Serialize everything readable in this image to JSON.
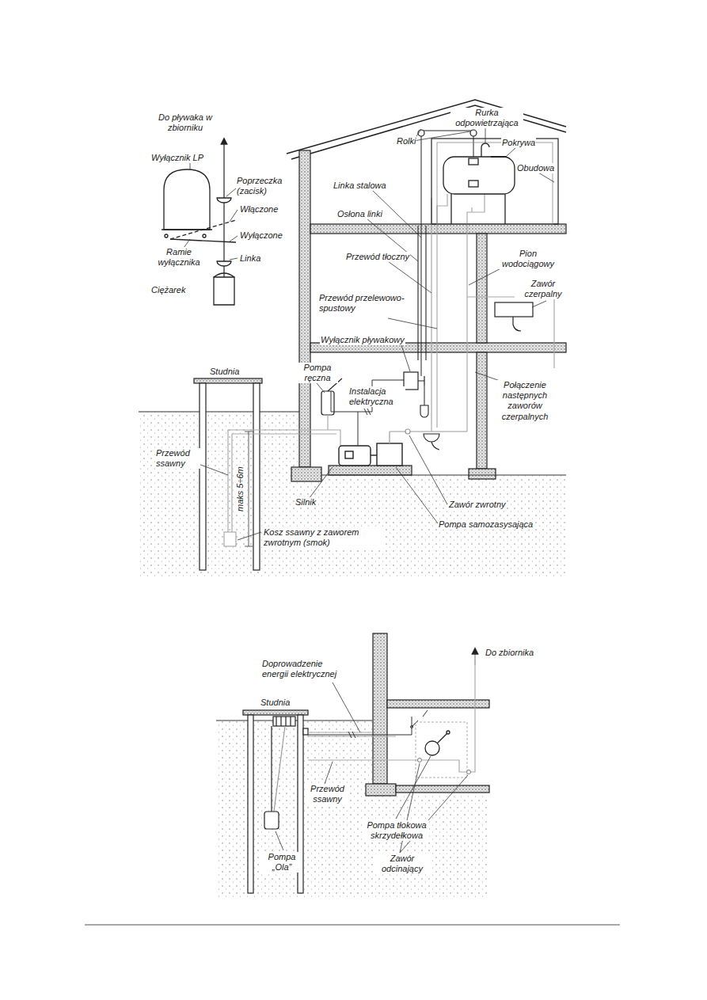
{
  "diagram": {
    "labels": [
      "Do pływaka w zbiorniku",
      "Rurka odpowietrzająca",
      "Rolki",
      "Pokrywa",
      "Wyłącznik LP",
      "Obudowa",
      "Poprzeczka (zacisk)",
      "Linka stalowa",
      "Włączone",
      "Osłona linki",
      "Wyłączone",
      "Ramie wyłącznika",
      "Linka",
      "Przewód tłoczny",
      "Pion wodociągowy",
      "Ciężarek",
      "Zawór czerpalny",
      "Przewód przelewowo-spustowy",
      "Wyłącznik pływakowy",
      "Studnia",
      "Pompa ręczna",
      "Instalacja elektryczna",
      "Połączenie następnych zaworów czerpalnych",
      "Przewód ssawny",
      "maks 5÷6m",
      "Silnik",
      "Zawór zwrotny",
      "Pompa samozasysająca",
      "Kosz ssawny z zaworem zwrotnym (smok)",
      "Doprowadzenie energii elektrycznej",
      "Do zbiornika",
      "Studnia",
      "Przewód ssawny",
      "Pompa tłokowa skrzydełkowa",
      "Pompa „Ola”",
      "Zawór odcinający"
    ]
  }
}
